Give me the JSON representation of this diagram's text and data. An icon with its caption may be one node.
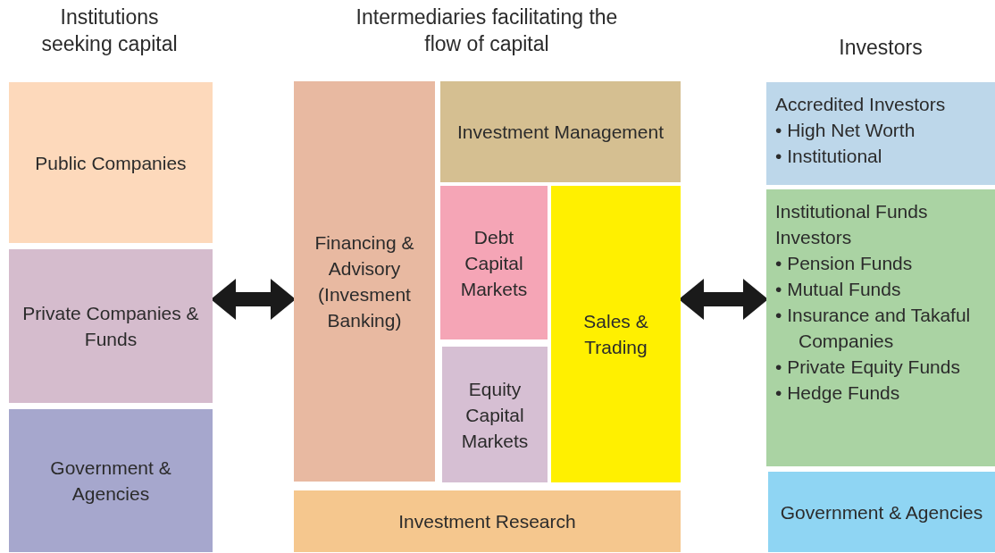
{
  "diagram": {
    "nodes": [
      {
        "text": [
          "Public Companies"
        ]
      },
      {
        "text": [
          "Private Companies & Funds"
        ]
      },
      {
        "text": [
          "Government & Agencies"
        ]
      },
      {
        "text": [
          "Financing & Advisory (Invesment Banking)"
        ]
      },
      {
        "text": [
          "Investment Management"
        ]
      },
      {
        "text": [
          "Debt Capital Markets"
        ]
      },
      {
        "text": [
          "Equity Capital Markets"
        ]
      },
      {
        "text": [
          "Sales & Trading"
        ]
      },
      {
        "text": [
          "Investment Research"
        ]
      },
      {
        "text": [
          "Accredited Investors",
          "• High Net Worth",
          "• Institutional"
        ]
      },
      {
        "text": [
          "Institutional Funds Investors",
          "• Pension Funds",
          "• Mutual Funds",
          "• Insurance and Takaful Companies",
          "• Private Equity Funds",
          "• Hedge Funds"
        ]
      },
      {
        "text": [
          "Government & Agencies"
        ]
      }
    ],
    "edges": [
      {
        "from": 1,
        "to": 3,
        "arrow": "both"
      },
      {
        "from": 7,
        "to": 10,
        "arrow": "both"
      }
    ],
    "labels": [
      "Institutions seeking capital",
      "Intermediaries facilitating the flow of capital",
      "Investors"
    ]
  }
}
